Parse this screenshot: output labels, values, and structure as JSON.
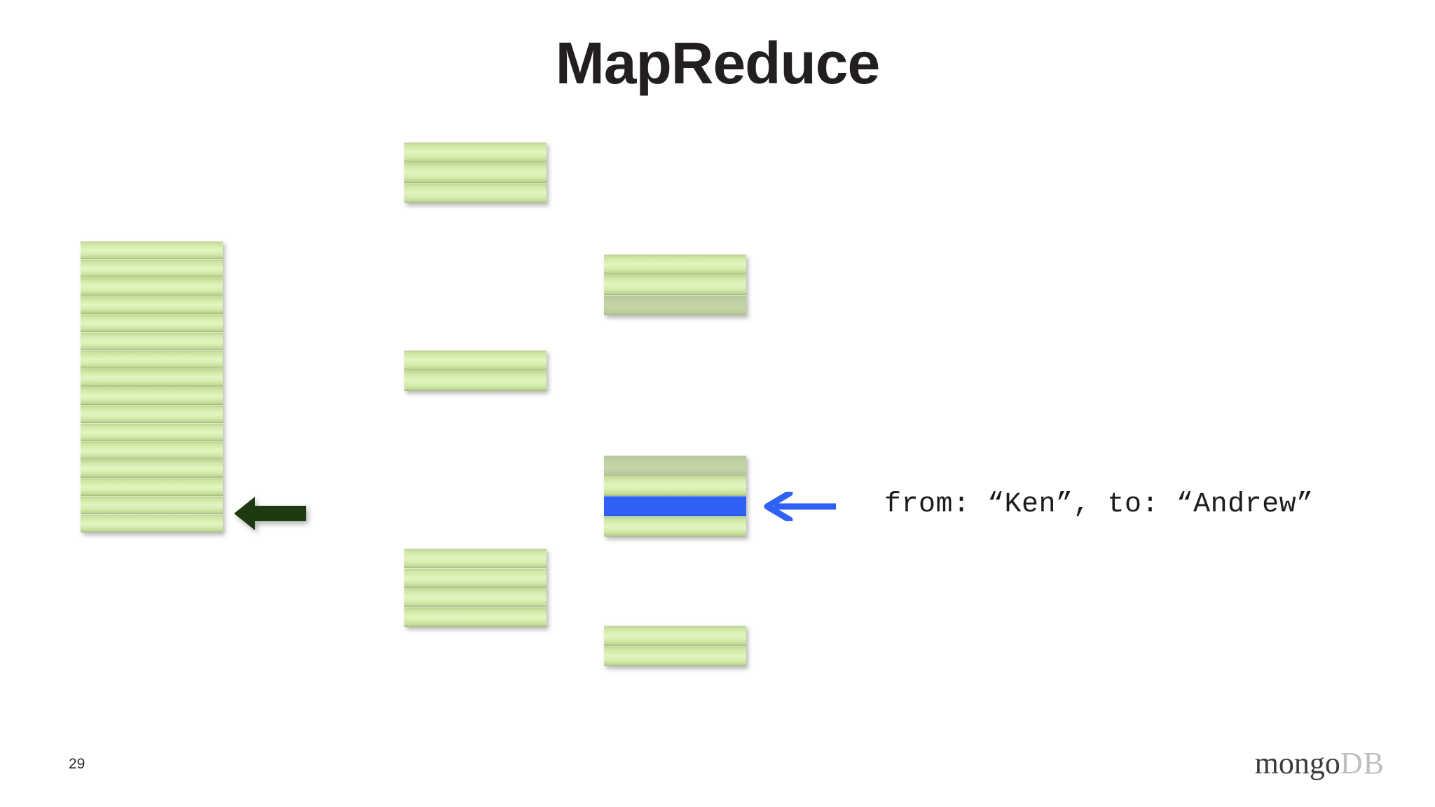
{
  "slide": {
    "title": "MapReduce",
    "page_number": "29",
    "background_color": "#ffffff"
  },
  "colors": {
    "bar_green_light": "#e2f5bd",
    "bar_green_mid": "#cfe6a4",
    "bar_green_dark": "#b2c98a",
    "bar_dim_green": "#c2d1a3",
    "highlight_blue": "#2f62f4",
    "green_arrow": "#1e3a10",
    "blue_arrow": "#2f62f4",
    "title_text": "#231f20"
  },
  "diagram": {
    "input_stack": {
      "label": "input-document-stack",
      "bar_count": 16,
      "bars": [
        {
          "state": "normal"
        },
        {
          "state": "normal"
        },
        {
          "state": "normal"
        },
        {
          "state": "normal"
        },
        {
          "state": "normal"
        },
        {
          "state": "normal"
        },
        {
          "state": "normal"
        },
        {
          "state": "normal"
        },
        {
          "state": "normal"
        },
        {
          "state": "normal"
        },
        {
          "state": "normal"
        },
        {
          "state": "normal"
        },
        {
          "state": "normal"
        },
        {
          "state": "normal"
        },
        {
          "state": "normal"
        },
        {
          "state": "normal"
        }
      ]
    },
    "groups": [
      {
        "label": "map-output-group-1",
        "column": 2,
        "bar_count": 3,
        "bars": [
          {
            "state": "normal"
          },
          {
            "state": "normal"
          },
          {
            "state": "normal"
          }
        ]
      },
      {
        "label": "map-output-group-2",
        "column": 2,
        "bar_count": 2,
        "bars": [
          {
            "state": "normal"
          },
          {
            "state": "normal"
          }
        ]
      },
      {
        "label": "map-output-group-3",
        "column": 2,
        "bar_count": 4,
        "bars": [
          {
            "state": "normal"
          },
          {
            "state": "normal"
          },
          {
            "state": "normal"
          },
          {
            "state": "normal"
          }
        ]
      },
      {
        "label": "reduce-group-1",
        "column": 3,
        "bar_count": 3,
        "bars": [
          {
            "state": "normal"
          },
          {
            "state": "normal"
          },
          {
            "state": "dim"
          }
        ]
      },
      {
        "label": "reduce-group-2",
        "column": 3,
        "bar_count": 4,
        "bars": [
          {
            "state": "dim"
          },
          {
            "state": "normal"
          },
          {
            "state": "highlight"
          },
          {
            "state": "normal"
          }
        ]
      },
      {
        "label": "reduce-group-3",
        "column": 3,
        "bar_count": 2,
        "bars": [
          {
            "state": "normal"
          },
          {
            "state": "normal"
          }
        ]
      }
    ]
  },
  "annotations": {
    "document_text": "from: “Ken”, to: “Andrew”",
    "green_arrow_direction": "left",
    "blue_arrow_direction": "left"
  },
  "branding": {
    "logo_primary": "mongo",
    "logo_secondary": "DB"
  }
}
